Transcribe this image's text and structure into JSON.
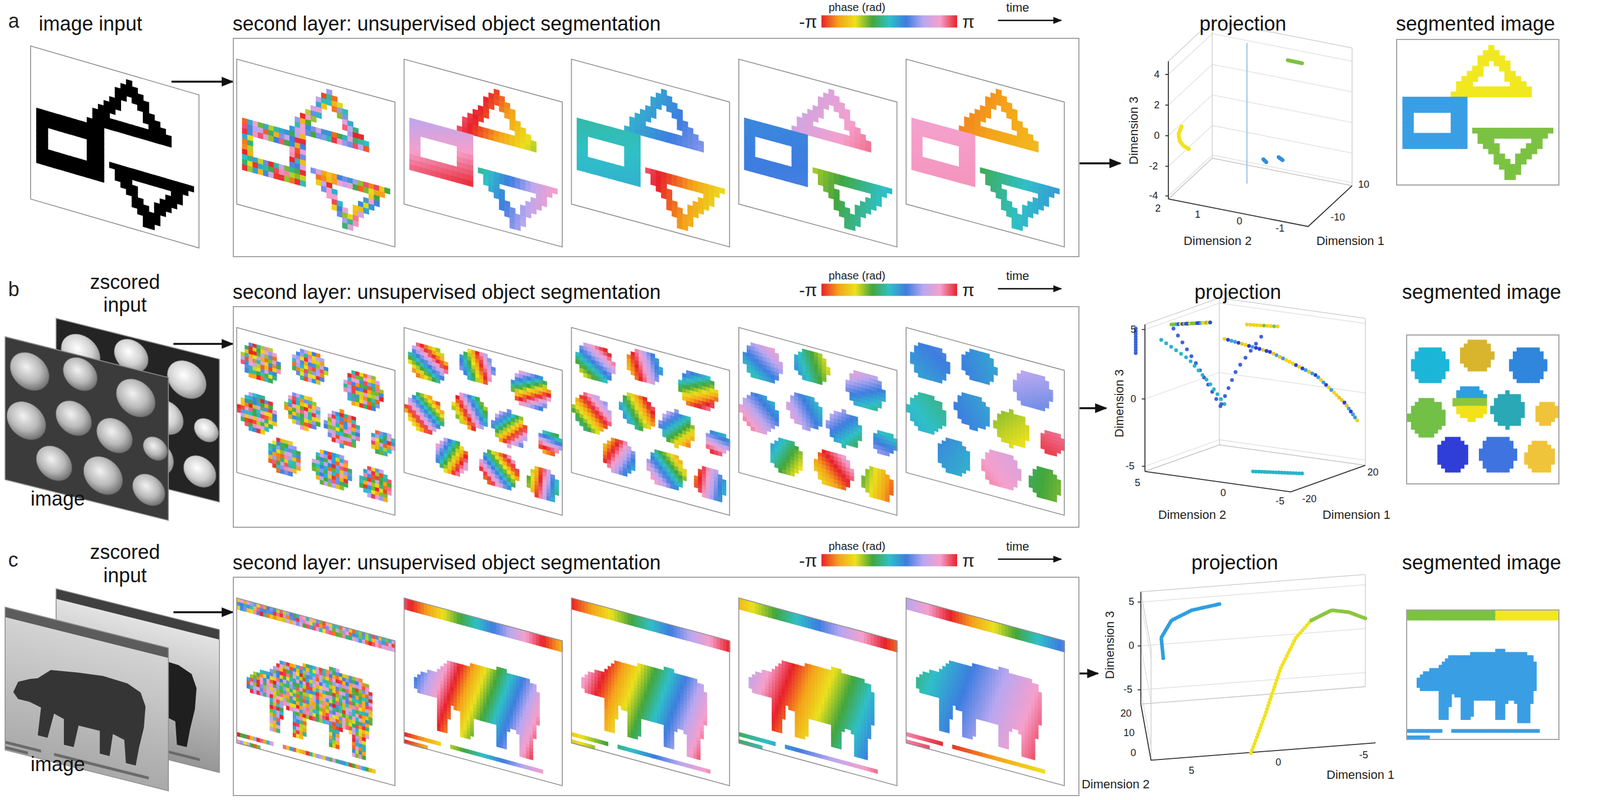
{
  "diagram": {
    "nodes": [
      {
        "text": [
          "image input"
        ]
      },
      {
        "text": [
          "second layer: unsupervised object segmentation"
        ]
      },
      {
        "text": [
          "projection"
        ]
      },
      {
        "text": [
          "segmented image"
        ]
      },
      {
        "text": [
          "zscored input",
          "image"
        ]
      },
      {
        "text": [
          "second layer: unsupervised object segmentation"
        ]
      },
      {
        "text": [
          "projection"
        ]
      },
      {
        "text": [
          "segmented image"
        ]
      },
      {
        "text": [
          "zscored input",
          "image"
        ]
      },
      {
        "text": [
          "second layer: unsupervised object segmentation"
        ]
      },
      {
        "text": [
          "projection"
        ]
      },
      {
        "text": [
          "segmented image"
        ]
      }
    ],
    "edges": [
      {
        "from": 0,
        "to": 1,
        "arrow": "to"
      },
      {
        "from": 1,
        "to": 2,
        "arrow": "to"
      },
      {
        "from": 4,
        "to": 5,
        "arrow": "to"
      },
      {
        "from": 5,
        "to": 6,
        "arrow": "to"
      },
      {
        "from": 8,
        "to": 9,
        "arrow": "to"
      },
      {
        "from": 9,
        "to": 10,
        "arrow": "to"
      }
    ],
    "labels": [
      "a",
      "-π",
      "phase (rad)",
      "π",
      "time",
      "Dimension 3",
      "Dimension 2",
      "Dimension 1",
      "4",
      "2",
      "0",
      "-2",
      "-4",
      "2",
      "1",
      "0",
      "-1",
      "10",
      "-10",
      "b",
      "-π",
      "phase (rad)",
      "π",
      "time",
      "Dimension 3",
      "Dimension 2",
      "Dimension 1",
      "5",
      "0",
      "-5",
      "5",
      "0",
      "-5",
      "-20",
      "20",
      "c",
      "-π",
      "phase (rad)",
      "π",
      "time",
      "Dimension 3",
      "Dimension 2",
      "Dimension 1",
      "5",
      "0",
      "-5",
      "20",
      "10",
      "0",
      "5",
      "0",
      "-5"
    ]
  }
}
